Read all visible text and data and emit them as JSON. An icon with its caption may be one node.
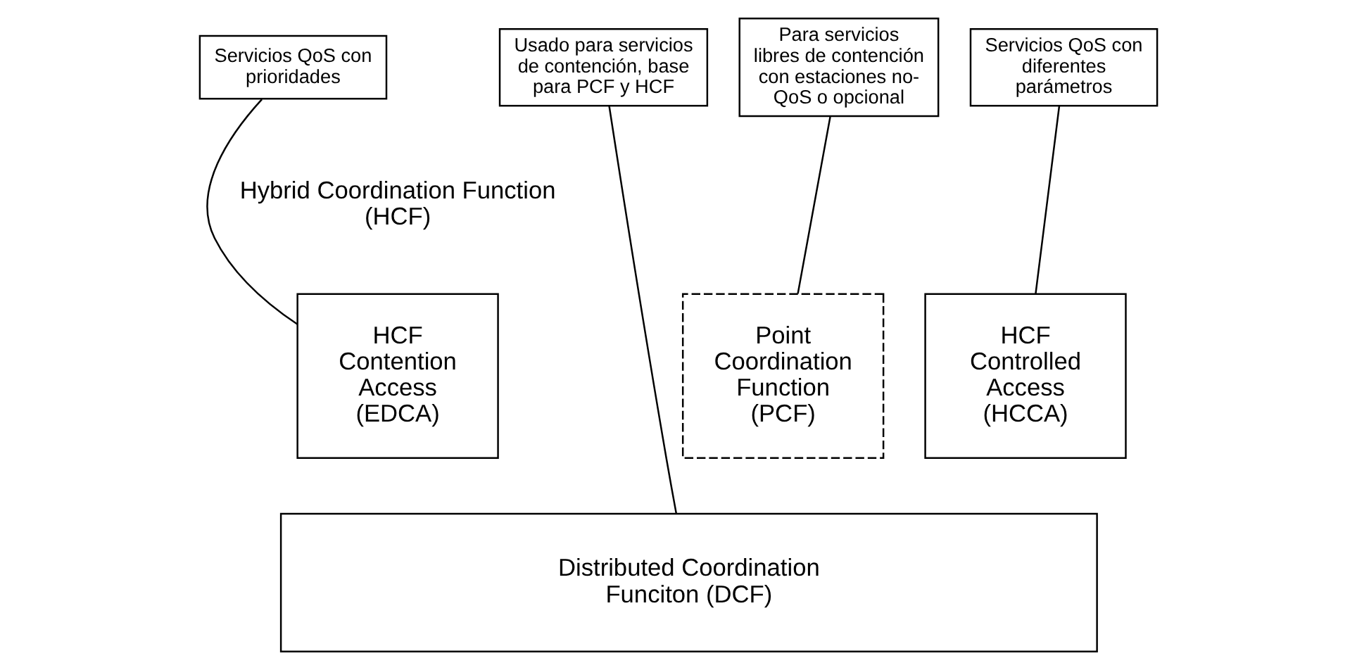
{
  "diagram": {
    "nodes": [
      {
        "text": [
          "Servicios QoS con prioridades"
        ]
      },
      {
        "text": [
          "Para servicios libres de contención con estaciones no-QoS o opcional"
        ]
      },
      {
        "text": [
          "Servicios QoS con diferentes parámetros"
        ]
      },
      {
        "text": [
          "Usado para servicios de contención, base para PCF y HCF"
        ]
      },
      {
        "text": [
          "Point Coordination Function (PCF)"
        ]
      },
      {
        "text": [
          "HCF Contention Access (EDCA)"
        ]
      },
      {
        "text": [
          "HCF Controlled Access (HCCA)"
        ]
      },
      {
        "text": [
          "Distributed Coordination Funciton (DCF)"
        ]
      }
    ],
    "edges": [
      {
        "from": 0,
        "to": 5,
        "arrow": "none"
      },
      {
        "from": 1,
        "to": 4,
        "arrow": "none"
      },
      {
        "from": 2,
        "to": 6,
        "arrow": "none"
      },
      {
        "from": 3,
        "to": 7,
        "arrow": "none"
      }
    ],
    "labels": [
      "Hybrid Coordination Function (HCF)"
    ]
  }
}
